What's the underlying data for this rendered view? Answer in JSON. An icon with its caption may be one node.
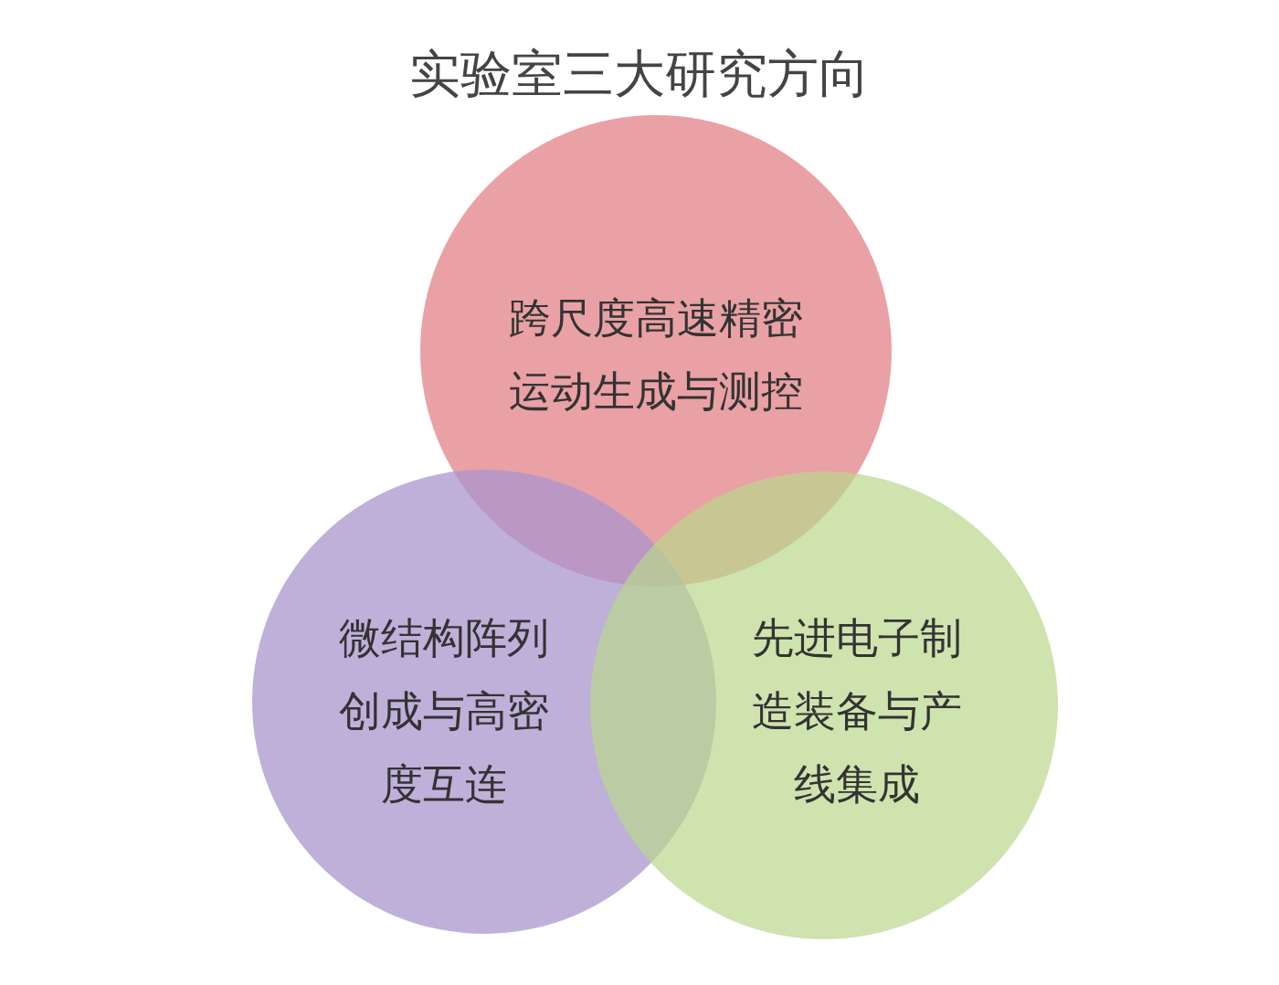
{
  "diagram": {
    "title": "实验室三大研究方向",
    "nodes": [
      {
        "text": [
          "跨尺度高速精密运动生成与测控"
        ]
      },
      {
        "text": [
          "微结构阵列创成与高密度互连"
        ]
      },
      {
        "text": [
          "先进电子制造装备与产线集成"
        ]
      }
    ]
  }
}
